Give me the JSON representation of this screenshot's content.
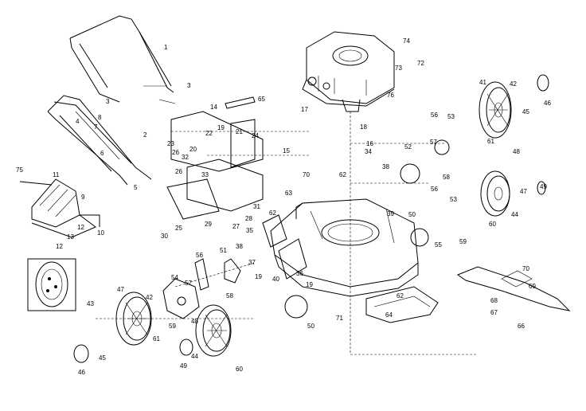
{
  "callouts": [
    "1",
    "2",
    "3",
    "3",
    "4",
    "5",
    "6",
    "7",
    "8",
    "9",
    "10",
    "11",
    "12",
    "12",
    "13",
    "14",
    "15",
    "16",
    "17",
    "18",
    "19",
    "19",
    "19",
    "20",
    "21",
    "22",
    "23",
    "24",
    "25",
    "26",
    "26",
    "27",
    "28",
    "29",
    "30",
    "31",
    "32",
    "33",
    "34",
    "35",
    "36",
    "37",
    "38",
    "38",
    "39",
    "40",
    "41",
    "42",
    "42",
    "43",
    "44",
    "44",
    "45",
    "45",
    "46",
    "46",
    "47",
    "47",
    "48",
    "48",
    "49",
    "49",
    "50",
    "50",
    "51",
    "52",
    "53",
    "53",
    "54",
    "55",
    "56",
    "56",
    "56",
    "57",
    "57",
    "58",
    "58",
    "59",
    "59",
    "60",
    "60",
    "61",
    "61",
    "62",
    "62",
    "62",
    "63",
    "64",
    "65",
    "66",
    "67",
    "68",
    "69",
    "70",
    "70",
    "71",
    "72",
    "73",
    "74",
    "75",
    "76"
  ],
  "colors": {
    "ink": "#000000",
    "paper": "#ffffff"
  }
}
